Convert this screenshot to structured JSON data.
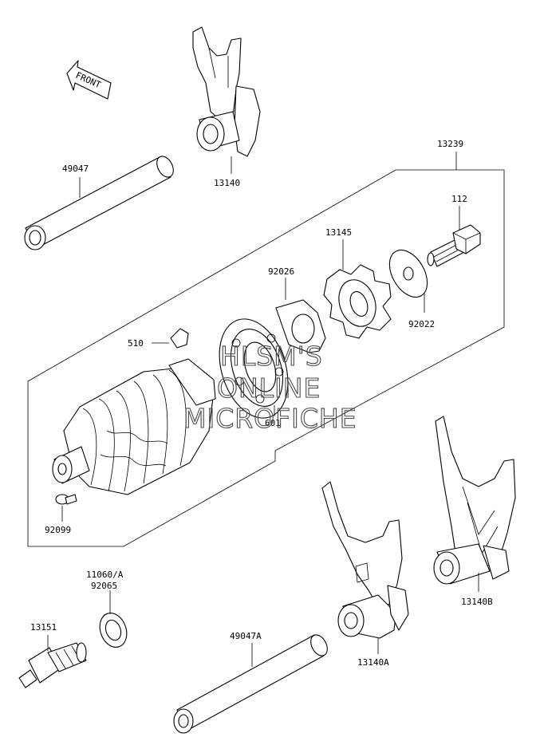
{
  "direction_arrow": {
    "label": "FRONT",
    "icon": "front-arrow-icon"
  },
  "parts": [
    {
      "id": "13140",
      "label": "13140"
    },
    {
      "id": "49047",
      "label": "49047"
    },
    {
      "id": "13239",
      "label": "13239"
    },
    {
      "id": "112",
      "label": "112"
    },
    {
      "id": "13145",
      "label": "13145"
    },
    {
      "id": "92026",
      "label": "92026"
    },
    {
      "id": "92022",
      "label": "92022"
    },
    {
      "id": "510",
      "label": "510"
    },
    {
      "id": "601",
      "label": "601"
    },
    {
      "id": "92099",
      "label": "92099"
    },
    {
      "id": "11060A",
      "label": "11060/A"
    },
    {
      "id": "92065",
      "label": "92065"
    },
    {
      "id": "13151",
      "label": "13151"
    },
    {
      "id": "49047A",
      "label": "49047A"
    },
    {
      "id": "13140A",
      "label": "13140A"
    },
    {
      "id": "13140B",
      "label": "13140B"
    }
  ],
  "watermark": {
    "line1": "HLSM'S",
    "line2": "ONLINE",
    "line3": "MICROFICHE"
  }
}
